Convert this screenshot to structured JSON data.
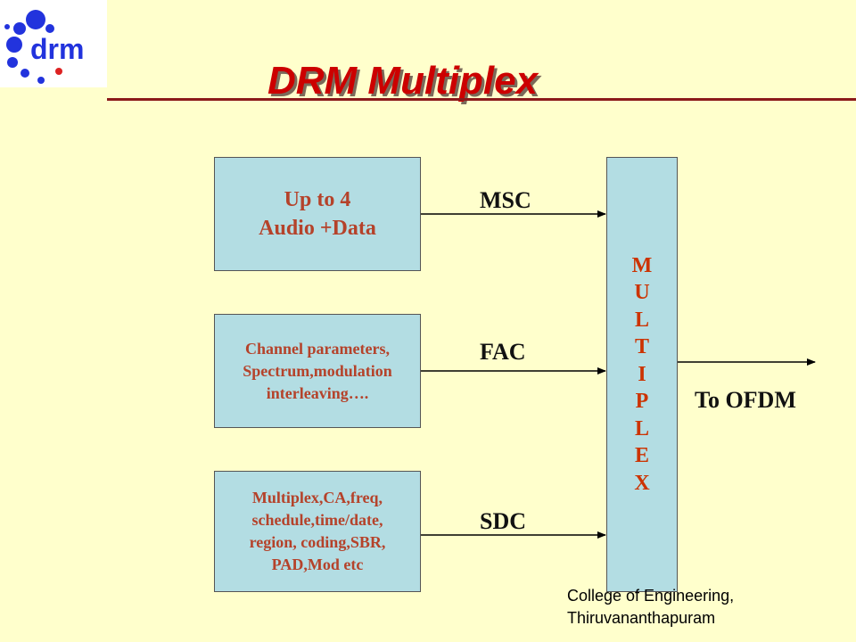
{
  "title": "DRM Multiplex",
  "logo": {
    "text": "drm"
  },
  "blocks": {
    "audio": {
      "lines": [
        "Up to 4",
        "Audio +Data"
      ]
    },
    "fac": {
      "lines": [
        "Channel parameters,",
        "Spectrum,modulation",
        "interleaving…."
      ]
    },
    "sdc": {
      "lines": [
        "Multiplex,CA,freq,",
        "schedule,time/date,",
        "region, coding,SBR,",
        "PAD,Mod etc"
      ]
    }
  },
  "multiplexer": {
    "letters": [
      "M",
      "U",
      "L",
      "T",
      "I",
      "P",
      "L",
      "E",
      "X"
    ]
  },
  "signals": {
    "msc": "MSC",
    "fac": "FAC",
    "sdc": "SDC",
    "output": "To OFDM"
  },
  "footer": {
    "line1": "College of Engineering,",
    "line2": "Thiruvananthapuram"
  },
  "colors": {
    "background": "#ffffcc",
    "title": "#cc0000",
    "block_fill": "#b3dde3",
    "block_text": "#b5422a",
    "multiplex_text": "#cc3300",
    "logo_blue": "#2233dd",
    "logo_red": "#dd2222"
  }
}
